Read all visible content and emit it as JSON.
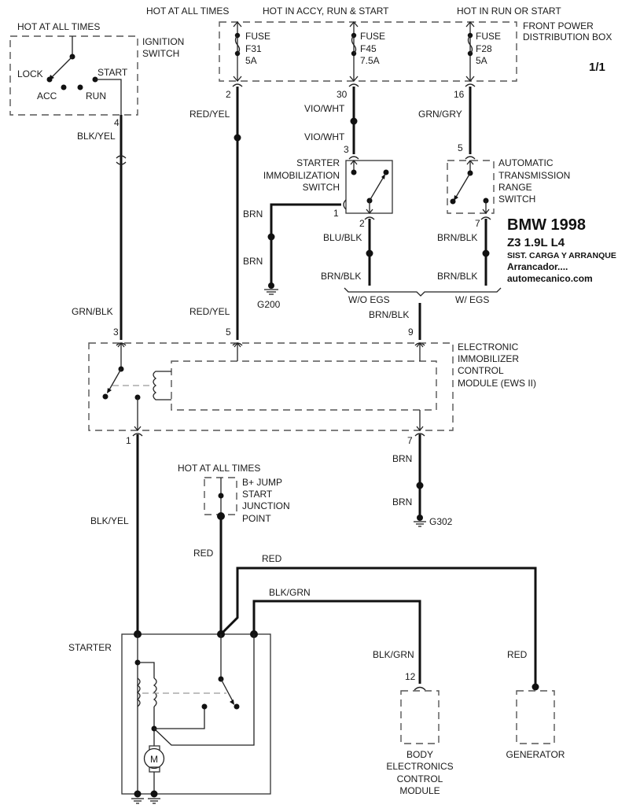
{
  "title_block": {
    "make_year": "BMW 1998",
    "model": "Z3  1.9L  L4",
    "system": "SIST. CARGA Y ARRANQUE",
    "subsystem": "Arrancador....",
    "website": "automecanico.com",
    "page": "1/1"
  },
  "power_labels": {
    "ign_hot": "HOT AT ALL TIMES",
    "f31_hot": "HOT AT ALL TIMES",
    "f45_hot": "HOT IN ACCY, RUN & START",
    "f28_hot": "HOT IN RUN OR START",
    "bplus_hot": "HOT AT ALL TIMES"
  },
  "components": {
    "ignition_switch": {
      "name": [
        "IGNITION",
        "SWITCH"
      ],
      "positions": [
        "LOCK",
        "ACC",
        "RUN",
        "START"
      ]
    },
    "power_box": {
      "name": [
        "FRONT POWER",
        "DISTRIBUTION BOX"
      ]
    },
    "fuses": [
      {
        "label": "FUSE",
        "id": "F31",
        "rating": "5A"
      },
      {
        "label": "FUSE",
        "id": "F45",
        "rating": "7.5A"
      },
      {
        "label": "FUSE",
        "id": "F28",
        "rating": "5A"
      }
    ],
    "starter_immob_switch": {
      "name": [
        "STARTER",
        "IMMOBILIZATION",
        "SWITCH"
      ]
    },
    "trans_range_switch": {
      "name": [
        "AUTOMATIC",
        "TRANSMISSION",
        "RANGE",
        "SWITCH"
      ]
    },
    "ews": {
      "name": [
        "ELECTRONIC",
        "IMMOBILIZER",
        "CONTROL",
        "MODULE (EWS II)"
      ]
    },
    "bplus_junction": {
      "name": [
        "B+ JUMP",
        "START",
        "JUNCTION",
        "POINT"
      ]
    },
    "starter": {
      "name": "STARTER",
      "motor": "M"
    },
    "body_module": {
      "name": [
        "BODY",
        "ELECTRONICS",
        "CONTROL",
        "MODULE"
      ]
    },
    "generator": {
      "name": "GENERATOR"
    }
  },
  "grounds": {
    "g200": "G200",
    "g302": "G302"
  },
  "options": {
    "without_egs": "W/O EGS",
    "with_egs": "W/ EGS"
  },
  "pins": {
    "ign_4": "4",
    "f31_2": "2",
    "f45_30": "30",
    "f28_16": "16",
    "sis_3": "3",
    "sis_1": "1",
    "sis_2": "2",
    "trs_5": "5",
    "trs_7": "7",
    "ews_3": "3",
    "ews_5": "5",
    "ews_9": "9",
    "ews_1": "1",
    "ews_7": "7",
    "body_12": "12"
  },
  "wires": {
    "ign_out": "BLK/YEL",
    "f31_out_a": "RED/YEL",
    "f31_out_b": "RED/YEL",
    "f45_out_a": "VIO/WHT",
    "f45_out_b": "VIO/WHT",
    "f28_out": "GRN/GRY",
    "sis_gnd_a": "BRN",
    "sis_gnd_b": "BRN",
    "sis_out": "BLU/BLK",
    "sis_out_b": "BRN/BLK",
    "trs_out_a": "BRN/BLK",
    "trs_out_b": "BRN/BLK",
    "ews_in9": "BRN/BLK",
    "ews_in3": "GRN/BLK",
    "ews_out1": "BLK/YEL",
    "ews_gnd_a": "BRN",
    "ews_gnd_b": "BRN",
    "bplus_out": "RED",
    "gen_red": "RED",
    "gen_red_b": "RED",
    "body_blkgrn": "BLK/GRN",
    "body_blkgrn_b": "BLK/GRN"
  }
}
